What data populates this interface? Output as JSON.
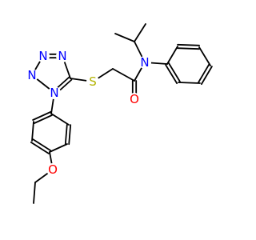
{
  "colors": {
    "bond": "#000000",
    "nitrogen": "#0000ff",
    "oxygen": "#ff0000",
    "sulfur": "#b2b200",
    "background": "#ffffff"
  },
  "labels": {
    "tetrazole_n_top_left": "N",
    "tetrazole_n_top_right": "N",
    "tetrazole_n_left": "N",
    "tetrazole_n_aryl": "N",
    "thioether_s": "S",
    "amide_n": "N",
    "carbonyl_o": "O",
    "ether_o": "O"
  }
}
